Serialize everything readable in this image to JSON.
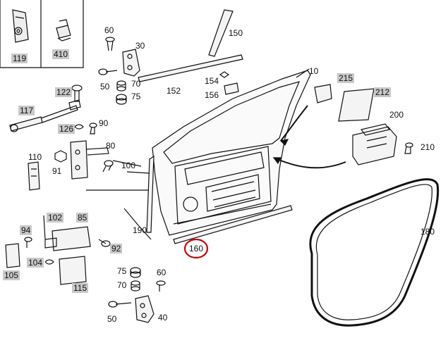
{
  "diagram": {
    "highlight_color": "#cc0000",
    "line_color": "#111111",
    "label_bg_color": "#c9c9c9",
    "parts": {
      "p10": "10",
      "p30": "30",
      "p40": "40",
      "p50a": "50",
      "p50b": "50",
      "p60a": "60",
      "p60b": "60",
      "p70a": "70",
      "p70b": "70",
      "p75a": "75",
      "p75b": "75",
      "p80": "80",
      "p85": "85",
      "p90": "90",
      "p91": "91",
      "p92": "92",
      "p94": "94",
      "p100": "100",
      "p102": "102",
      "p104": "104",
      "p105": "105",
      "p110": "110",
      "p115": "115",
      "p117": "117",
      "p119": "119",
      "p122": "122",
      "p126": "126",
      "p150": "150",
      "p152": "152",
      "p154": "154",
      "p156": "156",
      "p160": "160",
      "p180": "180",
      "p190": "190",
      "p200": "200",
      "p210": "210",
      "p212": "212",
      "p215": "215",
      "p410": "410"
    }
  }
}
